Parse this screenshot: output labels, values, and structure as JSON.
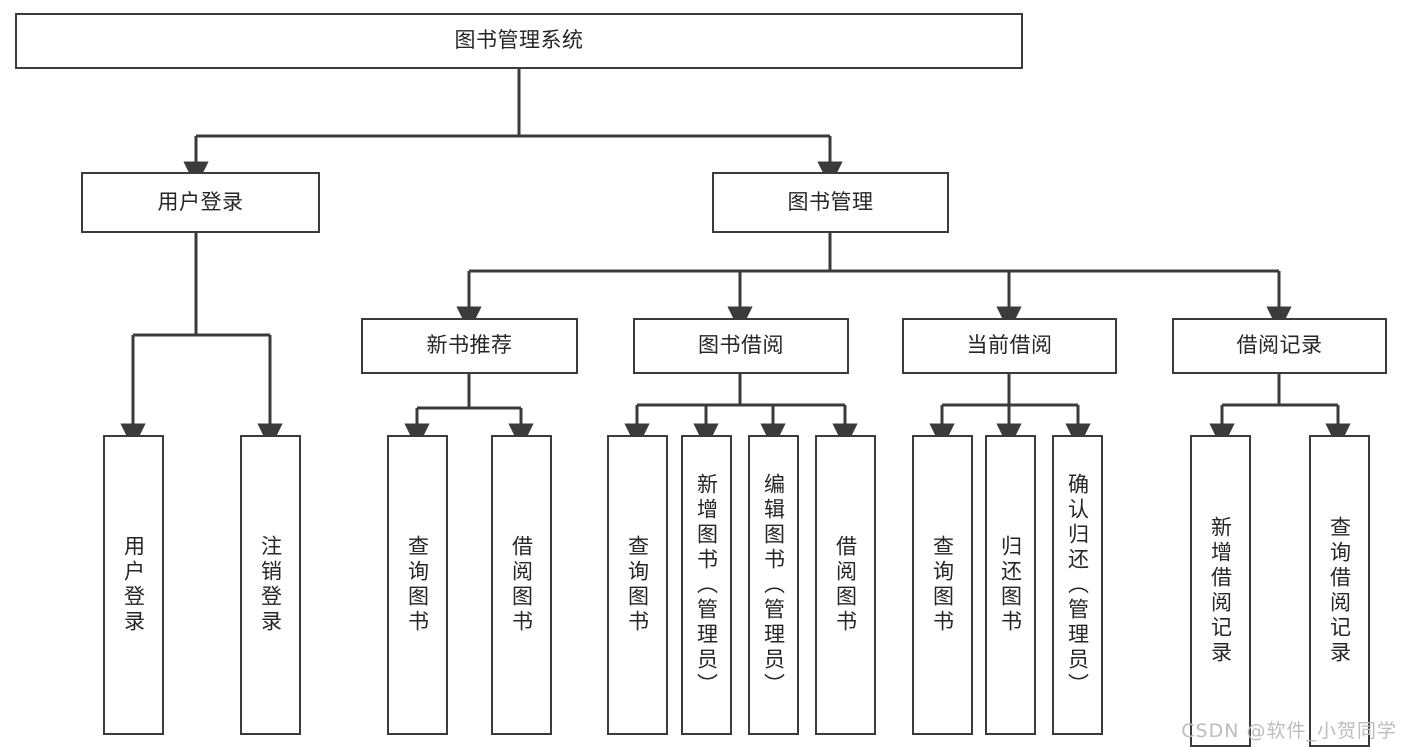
{
  "diagram": {
    "title": "图书管理系统",
    "type": "tree",
    "watermark": "CSDN @软件_小贺同学",
    "colors": {
      "stroke": "#3b3b3b",
      "fill": "#ffffff",
      "text": "#262626",
      "watermark": "#bdbdbd"
    },
    "root": {
      "label": "图书管理系统"
    },
    "level1": [
      {
        "label": "用户登录"
      },
      {
        "label": "图书管理"
      }
    ],
    "level2": [
      {
        "label": "新书推荐"
      },
      {
        "label": "图书借阅"
      },
      {
        "label": "当前借阅"
      },
      {
        "label": "借阅记录"
      }
    ],
    "leaves": {
      "user_login": [
        {
          "label": "用户登录"
        },
        {
          "label": "注销登录"
        }
      ],
      "new_book": [
        {
          "label": "查询图书"
        },
        {
          "label": "借阅图书"
        }
      ],
      "book_borrow": [
        {
          "label": "查询图书"
        },
        {
          "label": "新增图书（管理员）"
        },
        {
          "label": "编辑图书（管理员）"
        },
        {
          "label": "借阅图书"
        }
      ],
      "current_borrow": [
        {
          "label": "查询图书"
        },
        {
          "label": "归还图书"
        },
        {
          "label": "确认归还（管理员）"
        }
      ],
      "borrow_record": [
        {
          "label": "新增借阅记录"
        },
        {
          "label": "查询借阅记录"
        }
      ]
    }
  }
}
